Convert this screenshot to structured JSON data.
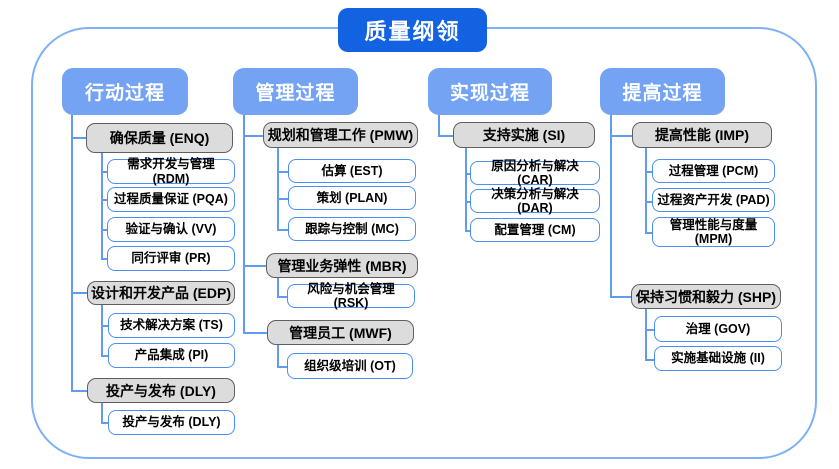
{
  "title": "质量纲领",
  "colors": {
    "title_bg": "#1262e2",
    "header_bg": "#74a3f3",
    "connector": "#619bf0",
    "group_fill": "#dcdcdc",
    "group_border": "#606060",
    "leaf_border": "#4a90f0",
    "frame_border": "#7eb0f6"
  },
  "columns": [
    {
      "header": "行动过程",
      "groups": [
        {
          "label": "确保质量 (ENQ)",
          "children": [
            "需求开发与管理 (RDM)",
            "过程质量保证 (PQA)",
            "验证与确认 (VV)",
            "同行评审 (PR)"
          ]
        },
        {
          "label": "设计和开发产品 (EDP)",
          "children": [
            "技术解决方案 (TS)",
            "产品集成 (PI)"
          ]
        },
        {
          "label": "投产与发布 (DLY)",
          "children": [
            "投产与发布 (DLY)"
          ]
        }
      ]
    },
    {
      "header": "管理过程",
      "groups": [
        {
          "label": "规划和管理工作 (PMW)",
          "children": [
            "估算 (EST)",
            "策划 (PLAN)",
            "跟踪与控制 (MC)"
          ]
        },
        {
          "label": "管理业务弹性 (MBR)",
          "children": [
            "风险与机会管理 (RSK)"
          ]
        },
        {
          "label": "管理员工 (MWF)",
          "children": [
            "组织级培训 (OT)"
          ]
        }
      ]
    },
    {
      "header": "实现过程",
      "groups": [
        {
          "label": "支持实施 (SI)",
          "children": [
            "原因分析与解决 (CAR)",
            "决策分析与解决 (DAR)",
            "配置管理 (CM)"
          ]
        }
      ]
    },
    {
      "header": "提高过程",
      "groups": [
        {
          "label": "提高性能 (IMP)",
          "children": [
            "过程管理 (PCM)",
            "过程资产开发 (PAD)",
            "管理性能与度量 (MPM)"
          ]
        },
        {
          "label": "保持习惯和毅力 (SHP)",
          "children": [
            "治理 (GOV)",
            "实施基础设施 (II)"
          ]
        }
      ]
    }
  ]
}
